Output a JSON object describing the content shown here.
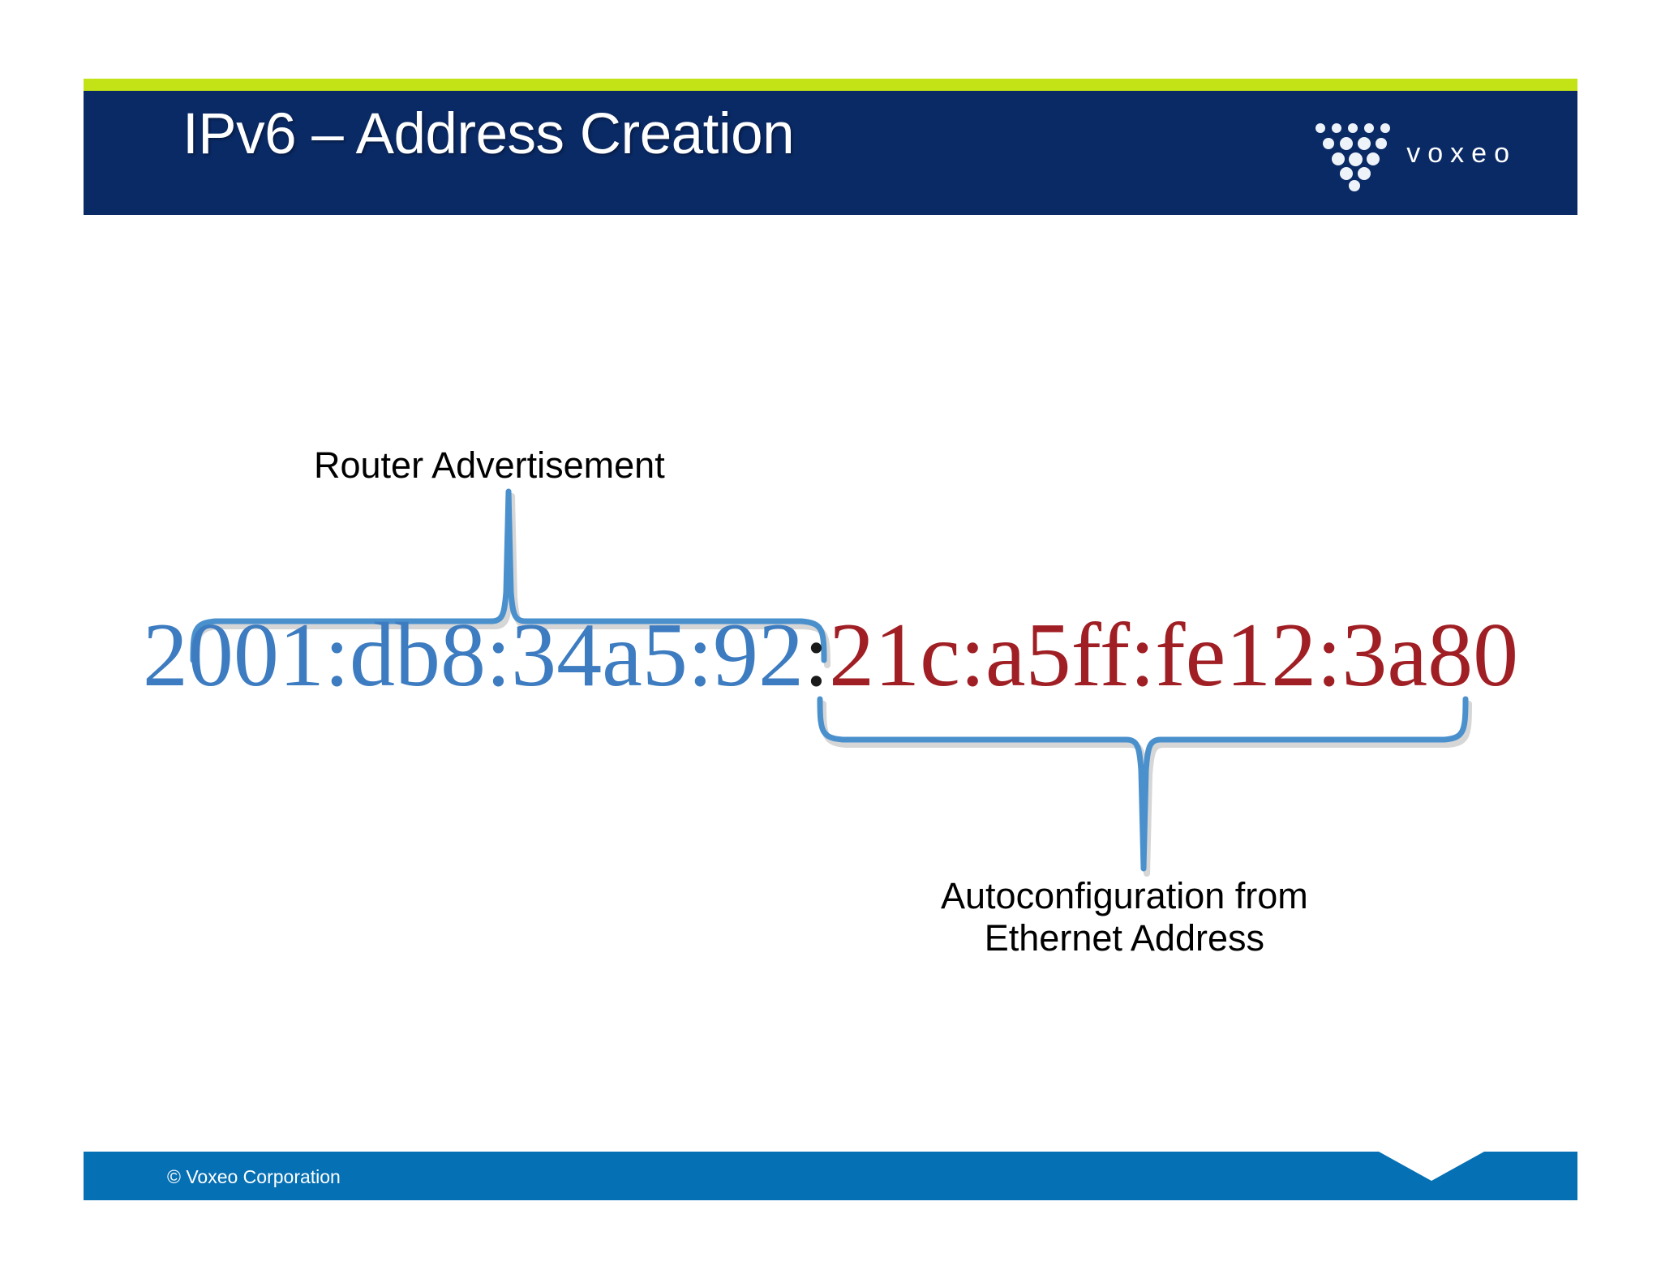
{
  "slide": {
    "title": "IPv6 – Address Creation",
    "background_color": "#ffffff"
  },
  "header": {
    "title": "IPv6 – Address Creation",
    "band_color": "#0a2a66",
    "accent_color": "#c3e316",
    "title_color": "#ffffff"
  },
  "logo": {
    "wordmark": "voxeo",
    "mark_name": "voxeo-triangle-dots",
    "dot_color": "#eef3fa"
  },
  "address": {
    "prefix": "2001:db8:34a5:92",
    "separator": ":",
    "suffix": "21c:a5ff:fe12:3a80",
    "full": "2001:db8:34a5:92:21c:a5ff:fe12:3a80",
    "prefix_color": "#3d7cc0",
    "separator_color": "#1a1a1a",
    "suffix_color": "#a01f24"
  },
  "annotations": {
    "prefix_label": "Router Advertisement",
    "suffix_label_line1": "Autoconfiguration from",
    "suffix_label_line2": "Ethernet Address",
    "brace_color": "#4a90cd",
    "label_color": "#000000"
  },
  "footer": {
    "copyright": "© Voxeo Corporation",
    "bar_color": "#0670b4",
    "text_color": "#ffffff"
  }
}
